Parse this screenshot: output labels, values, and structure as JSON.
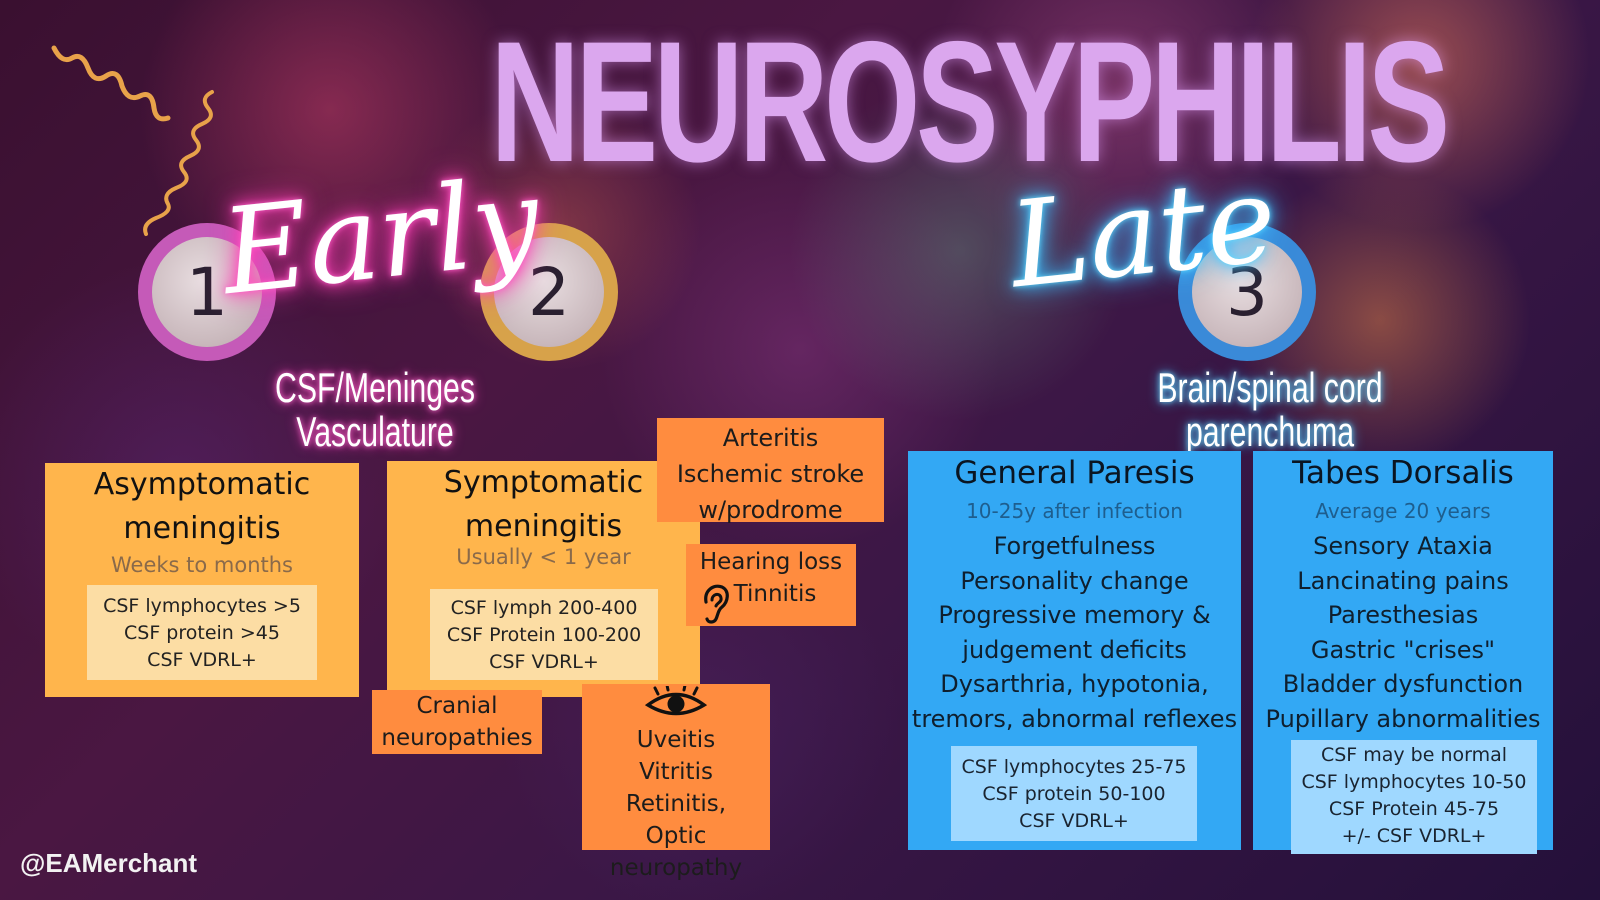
{
  "title": "NEUROSYPHILIS",
  "early": {
    "heading": "Early",
    "badges": [
      "1",
      "2"
    ],
    "subtitle_lines": [
      "CSF/Meninges",
      "Vasculature"
    ]
  },
  "late": {
    "heading": "Late",
    "badge": "3",
    "subtitle_lines": [
      "Brain/spinal cord",
      "parenchuma"
    ]
  },
  "asymptomatic": {
    "title_lines": [
      "Asymptomatic",
      "meningitis"
    ],
    "note": "Weeks to months",
    "csf": [
      "CSF lymphocytes >5",
      "CSF protein >45",
      "CSF VDRL+"
    ]
  },
  "symptomatic": {
    "title_lines": [
      "Symptomatic",
      "meningitis"
    ],
    "note": "Usually < 1 year",
    "csf": [
      "CSF lymph 200-400",
      "CSF Protein 100-200",
      "CSF VDRL+"
    ]
  },
  "vascular": [
    "Arteritis",
    "Ischemic stroke",
    "w/prodrome"
  ],
  "hearing": [
    "Hearing loss",
    "Tinnitis"
  ],
  "cranial": [
    "Cranial",
    "neuropathies"
  ],
  "ocular": [
    "Uveitis",
    "Vitritis",
    "Retinitis,",
    "Optic neuropathy"
  ],
  "general_paresis": {
    "title": "General Paresis",
    "note": "10-25y after infection",
    "symptoms": [
      "Forgetfulness",
      "Personality change",
      "Progressive memory &",
      "judgement deficits",
      "Dysarthria, hypotonia,",
      "tremors, abnormal reflexes"
    ],
    "csf": [
      "CSF lymphocytes 25-75",
      "CSF protein 50-100",
      "CSF VDRL+"
    ]
  },
  "tabes_dorsalis": {
    "title": "Tabes Dorsalis",
    "note": "Average 20 years",
    "symptoms": [
      "Sensory Ataxia",
      "Lancinating pains",
      "Paresthesias",
      "Gastric \"crises\"",
      "Bladder dysfunction",
      "Pupillary abnormalities"
    ],
    "csf": [
      "CSF may be normal",
      "CSF lymphocytes 10-50",
      "CSF Protein 45-75",
      "+/- CSF VDRL+"
    ]
  },
  "handle": "@EAMerchant",
  "icons": [
    "spirochete-icon",
    "ear-icon",
    "eye-icon"
  ]
}
